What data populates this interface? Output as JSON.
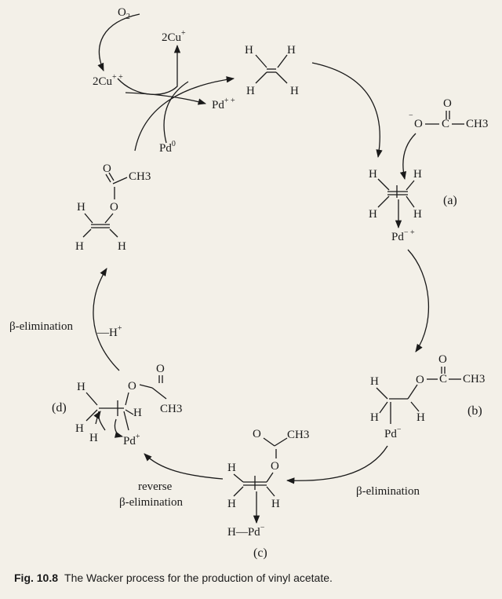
{
  "top_cycle": {
    "o2": "O",
    "o2_sub": "2",
    "cu_plus": "2Cu",
    "cu_plus_charge": "+",
    "cu_2plus": "2Cu",
    "cu_2plus_charge": "+ +",
    "pd_2plus": "Pd",
    "pd_2plus_charge": "+ +",
    "pd0": "Pd",
    "pd0_charge": "0"
  },
  "ethylene": {
    "h": "H"
  },
  "acetate": {
    "charge": "−",
    "o": "O",
    "c": "C",
    "ch3": "CH3"
  },
  "stage_a": {
    "label": "(a)",
    "h": "H",
    "pd": "Pd",
    "pd_charge": "− +"
  },
  "stage_b": {
    "label": "(b)",
    "h": "H",
    "o": "O",
    "c": "C",
    "ch3": "CH3",
    "pd": "Pd",
    "pd_charge": "−"
  },
  "stage_c": {
    "label": "(c)",
    "h": "H",
    "o": "O",
    "ch3": "CH3",
    "hpd": "H—Pd",
    "pd_charge": "−"
  },
  "stage_d": {
    "label": "(d)",
    "h": "H",
    "o": "O",
    "ch3": "CH3",
    "pd": "Pd",
    "pd_charge": "+"
  },
  "product": {
    "o": "O",
    "ch3": "CH3",
    "h": "H"
  },
  "steps": {
    "beta_elim_right": "β-elimination",
    "reverse_1": "reverse",
    "reverse_2": "β-elimination",
    "beta_elim_left": "β-elimination",
    "minus_h": "—H",
    "minus_h_charge": "+"
  },
  "caption": {
    "fig": "Fig. 10.8",
    "text": "The Wacker process for the production of vinyl acetate."
  }
}
